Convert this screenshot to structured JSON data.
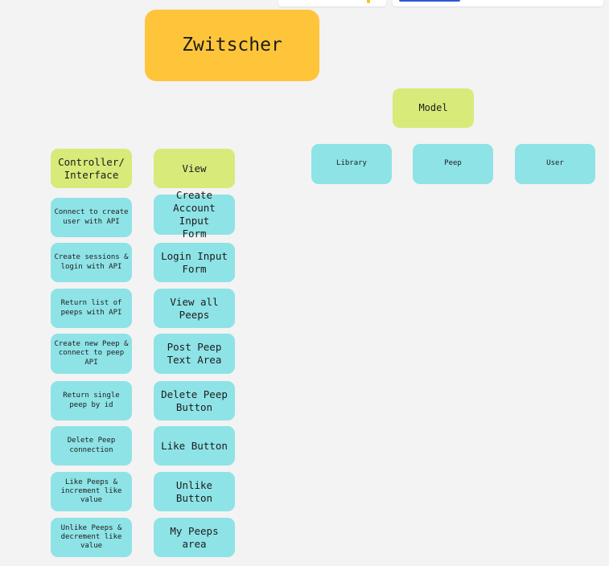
{
  "title": "Zwitscher",
  "model": {
    "label": "Model",
    "children": [
      "Library",
      "Peep",
      "User"
    ]
  },
  "controller": {
    "label": "Controller/\nInterface",
    "items": [
      "Connect to create\nuser with API",
      "Create sessions &\nlogin with API",
      "Return list of\npeeps with API",
      "Create new Peep &\nconnect to peep\nAPI",
      "Return single\npeep by id",
      "Delete Peep\nconnection",
      "Like Peeps &\nincrement like\nvalue",
      "Unlike Peeps &\ndecrement like\nvalue"
    ]
  },
  "view": {
    "label": "View",
    "items": [
      "Create\nAccount Input\nForm",
      "Login Input\nForm",
      "View all\nPeeps",
      "Post Peep\nText Area",
      "Delete Peep\nButton",
      "Like Button",
      "Unlike Button",
      "My Peeps area"
    ]
  },
  "colors": {
    "title": "#ffc53a",
    "category": "#d7ea7a",
    "item": "#8ee3e6",
    "background": "#f3f3f3"
  }
}
